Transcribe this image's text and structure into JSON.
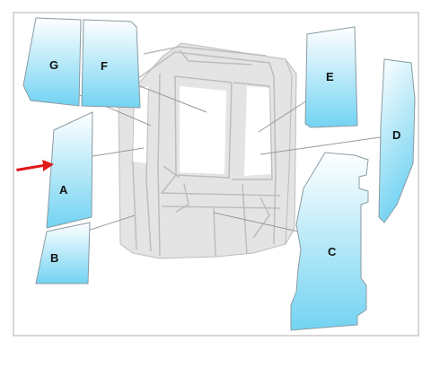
{
  "diagram": {
    "colors": {
      "glass_top": "#ffffff",
      "glass_bottom": "#72d3f2",
      "glass_stroke": "#8a9aa2",
      "cab_fill": "#e4e4e4",
      "cab_line": "#bdbdbd",
      "leader_line": "#9a9a9a",
      "arrow": "#e01818",
      "frame_border": "#b0b0b0"
    },
    "panes": [
      {
        "id": "A",
        "label": "A"
      },
      {
        "id": "B",
        "label": "B"
      },
      {
        "id": "C",
        "label": "C"
      },
      {
        "id": "D",
        "label": "D"
      },
      {
        "id": "E",
        "label": "E"
      },
      {
        "id": "F",
        "label": "F"
      },
      {
        "id": "G",
        "label": "G"
      }
    ],
    "indicator": {
      "points_to": "A",
      "icon": "red-arrow-icon"
    }
  }
}
